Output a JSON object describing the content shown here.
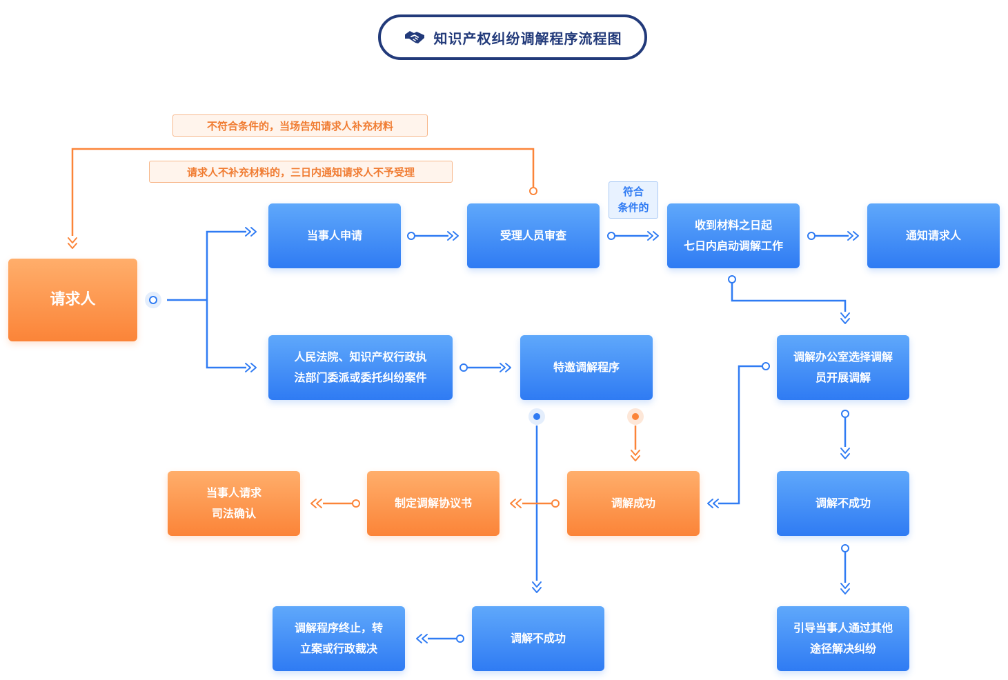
{
  "title": {
    "text": "知识产权纠纷调解程序流程图",
    "icon": "handshake-icon"
  },
  "colors": {
    "navy": "#223a7a",
    "blue": "#2f7bf3",
    "orange": "#fb8438"
  },
  "notes": {
    "supplement": "不符合条件的，当场告知请求人补充材料",
    "reject": "请求人不补充材料的，三日内通知请求人不予受理"
  },
  "tag": {
    "eligible": "符合\n条件的"
  },
  "nodes": {
    "requester": "请求人",
    "party_apply": "当事人申请",
    "staff_review": "受理人员审查",
    "start_mediation": "收到材料之日起\n七日内启动调解工作",
    "notify_requester": "通知请求人",
    "court_entrust": "人民法院、知识产权行政执\n法部门委派或委托纠纷案件",
    "invited_mediation": "特邀调解程序",
    "office_select": "调解办公室选择调解\n员开展调解",
    "success": "调解成功",
    "failed_right": "调解不成功",
    "agreement": "制定调解协议书",
    "judicial_confirm": "当事人请求\n司法确认",
    "failed_bottom": "调解不成功",
    "terminate": "调解程序终止，转\n立案或行政裁决",
    "other_channels": "引导当事人通过其他\n途径解决纠纷"
  }
}
